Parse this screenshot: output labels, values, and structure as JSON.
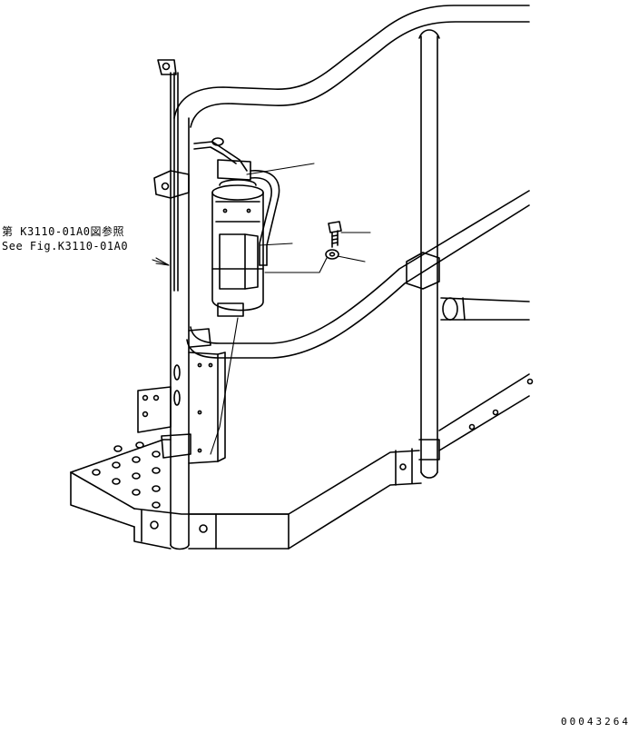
{
  "reference_note": {
    "japanese": "第 K3110-01A0図参照",
    "english": "See Fig.K3110-01A0"
  },
  "drawing_number": "00043264"
}
